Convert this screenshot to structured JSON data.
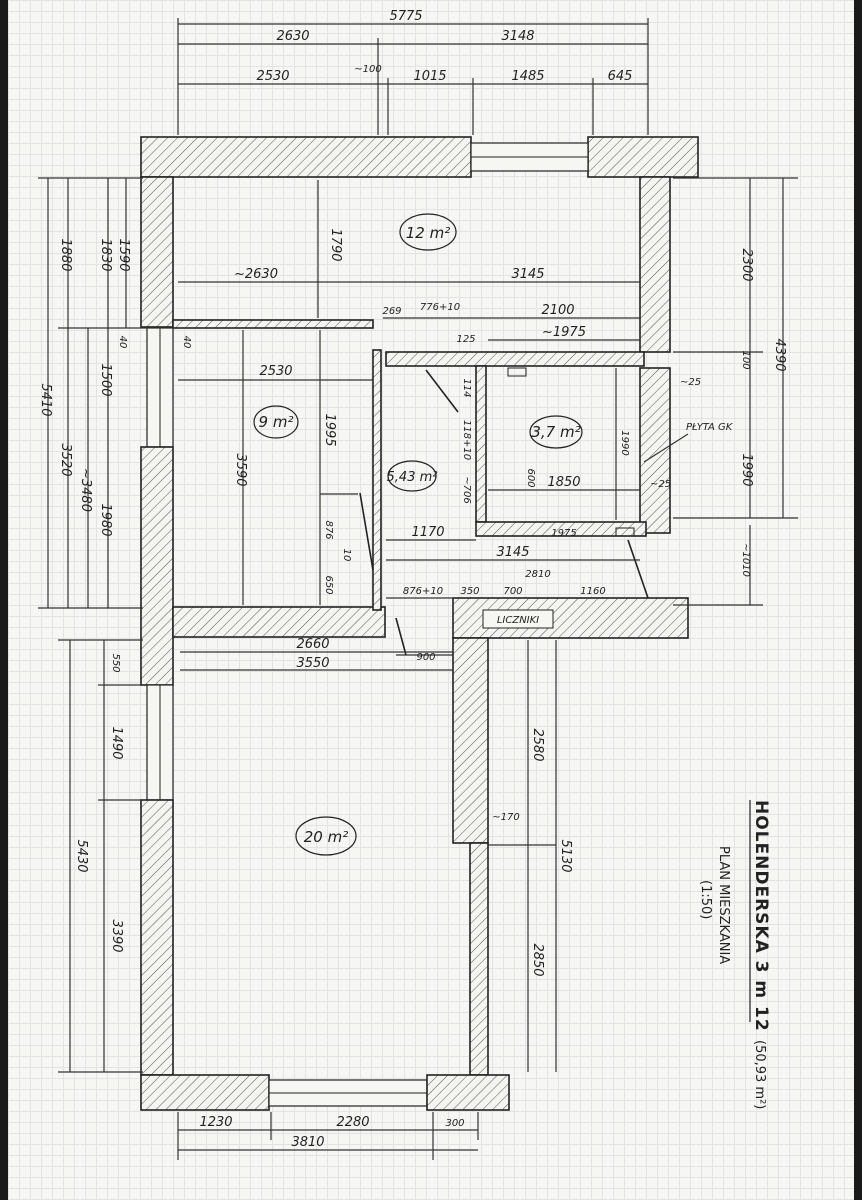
{
  "title": "HOLENDERSKA 3 m 12",
  "title_area": "(50,93 m²)",
  "subtitle": "PLAN MIESZKANIA",
  "scale": "(1:50)",
  "rooms": {
    "room_12": "12 m²",
    "room_9": "9 m²",
    "room_5": "5,43 m²",
    "room_37": "3,7 m²",
    "room_20": "20 m²"
  },
  "labels": {
    "plyta_gk": "PŁYTA GK",
    "liczniki": "LICZNIKI"
  },
  "dims": {
    "top_total": "5775",
    "top_a": "2630",
    "top_b": "3148",
    "top_c1": "2530",
    "top_c2": "~100",
    "top_c3": "1015",
    "top_c4": "1485",
    "top_c5": "645",
    "r1_width_a": "~2630",
    "r1_width_b": "3145",
    "r1_height": "1790",
    "r_2300": "2300",
    "r_4390": "4390",
    "r_100": "100",
    "r_1990": "1990",
    "r_1010": "~1010",
    "r_25a": "~25",
    "r_25b": "~25",
    "l_1880": "1880",
    "l_1830": "1830",
    "l_1590": "1590",
    "l_5410": "5410",
    "l_3520": "3520",
    "l_1500": "1500",
    "l_3480": "~3480",
    "l_1980": "1980",
    "l_40a": "40",
    "l_40b": "40",
    "b_2530": "2530",
    "b_3590": "3590",
    "b_1995": "1995",
    "b_876": "876",
    "b_650": "650",
    "b_10": "10",
    "c_269": "269",
    "c_776": "776+10",
    "c_2100": "2100",
    "c_125": "125",
    "c_1975a": "~1975",
    "c_1990": "1990",
    "c_1850": "1850",
    "c_600": "600",
    "c_1975b": "1975",
    "c_1170": "1170",
    "c_3145": "3145",
    "c_2810": "2810",
    "c_876b": "876+10",
    "c_350": "350",
    "c_700": "700",
    "c_1160": "1160",
    "c_900": "900",
    "c_114": "114",
    "c_118": "118+10",
    "c_706": "~706",
    "d_2660": "2660",
    "d_3550": "3550",
    "d_550": "550",
    "d_1490": "1490",
    "d_5430": "5430",
    "d_3390": "3390",
    "d_2580": "2580",
    "d_5130": "5130",
    "d_2850": "2850",
    "d_170": "~170",
    "bt_1230": "1230",
    "bt_2280": "2280",
    "bt_300": "300",
    "bt_3810": "3810"
  }
}
